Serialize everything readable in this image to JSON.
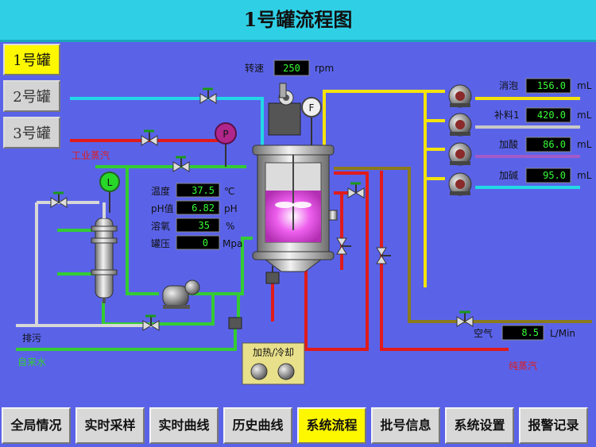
{
  "title": "1号罐流程图",
  "tank_buttons": [
    {
      "label": "1号罐",
      "active": true
    },
    {
      "label": "2号罐",
      "active": false
    },
    {
      "label": "3号罐",
      "active": false
    }
  ],
  "speed": {
    "label": "转速",
    "value": "250",
    "unit": "rpm"
  },
  "sensors": [
    {
      "label": "温度",
      "value": "37.5",
      "unit": "℃"
    },
    {
      "label": "pH值",
      "value": "6.82",
      "unit": "pH"
    },
    {
      "label": "溶氧",
      "value": "35",
      "unit": "%"
    },
    {
      "label": "罐压",
      "value": "0",
      "unit": "Mpa"
    }
  ],
  "feeds": [
    {
      "label": "消泡",
      "value": "156.0",
      "unit": "mL"
    },
    {
      "label": "补料1",
      "value": "420.0",
      "unit": "mL"
    },
    {
      "label": "加酸",
      "value": "86.0",
      "unit": "mL"
    },
    {
      "label": "加碱",
      "value": "95.0",
      "unit": "mL"
    }
  ],
  "air": {
    "label": "空气",
    "value": "8.5",
    "unit": "L/Min"
  },
  "pipe_labels": {
    "industrial_steam": "工业蒸汽",
    "drain": "排污",
    "tap_water": "自来水",
    "pure_steam": "纯蒸汽"
  },
  "gauges": {
    "pressure": "P",
    "flow": "F",
    "level": "L"
  },
  "heat_cool": {
    "label": "加热/冷却"
  },
  "nav": [
    {
      "label": "全局情况",
      "active": false
    },
    {
      "label": "实时采样",
      "active": false
    },
    {
      "label": "实时曲线",
      "active": false
    },
    {
      "label": "历史曲线",
      "active": false
    },
    {
      "label": "系统流程",
      "active": true
    },
    {
      "label": "批号信息",
      "active": false
    },
    {
      "label": "系统设置",
      "active": false
    },
    {
      "label": "报警记录",
      "active": false
    }
  ],
  "colors": {
    "background": "#5a63e8",
    "title_bar": "#2fd0e6",
    "active_button": "#fdf700",
    "pipe_green": "#33cc33",
    "pipe_red": "#e01b1b",
    "pipe_yellow": "#f4e30a",
    "pipe_cyan": "#22d8e6",
    "pipe_olive": "#8a7a1e",
    "broth": "#ee60ee"
  }
}
